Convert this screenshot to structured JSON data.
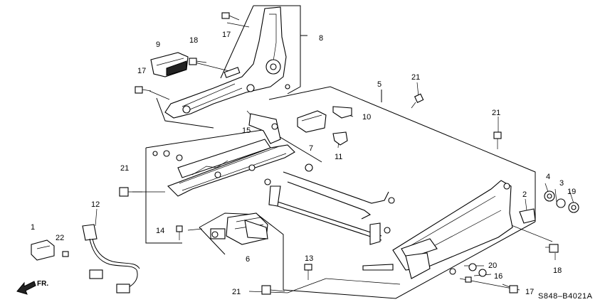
{
  "diagram": {
    "reference_code": "S848–B4021A",
    "direction_label": "FR.",
    "callouts": {
      "c1": "1",
      "c2": "2",
      "c3": "3",
      "c4": "4",
      "c5": "5",
      "c6": "6",
      "c7": "7",
      "c8": "8",
      "c9": "9",
      "c10": "10",
      "c11": "11",
      "c12": "12",
      "c13": "13",
      "c14": "14",
      "c15": "15",
      "c16": "16",
      "c17a": "17",
      "c17b": "17",
      "c17c": "17",
      "c18a": "18",
      "c18b": "18",
      "c19": "19",
      "c20": "20",
      "c21a": "21",
      "c21b": "21",
      "c21c": "21",
      "c21d": "21",
      "c22": "22"
    }
  }
}
